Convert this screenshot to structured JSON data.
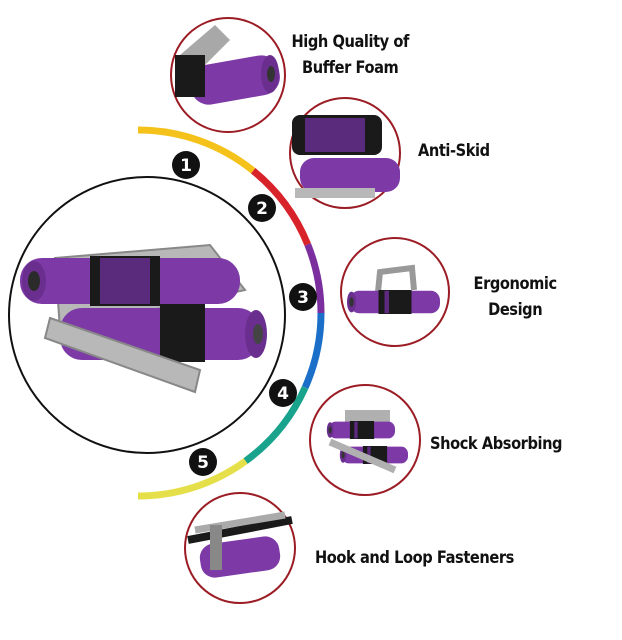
{
  "features": [
    {
      "number": "1",
      "label_line1": "High Quality of",
      "label_line2": "Buffer Foam"
    },
    {
      "number": "2",
      "label_line1": "Anti-Skid"
    },
    {
      "number": "3",
      "label_line1": "Ergonomic",
      "label_line2": "Design"
    },
    {
      "number": "4",
      "label_line1": "Shock Absorbing"
    },
    {
      "number": "5",
      "label_line1": "Hook and Loop Fasteners"
    }
  ],
  "colors": {
    "arc": [
      "#f5c21b",
      "#d8232a",
      "#7b2f9e",
      "#1b6fc9",
      "#1aa38c",
      "#e5e04a"
    ],
    "foam": "#7d3aa6",
    "ring": "#9b1c24"
  }
}
